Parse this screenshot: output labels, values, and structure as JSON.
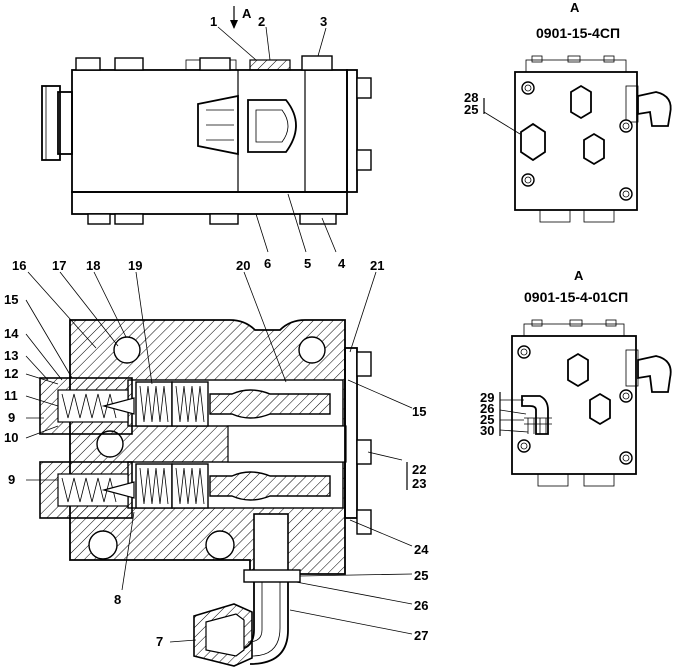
{
  "view_a_mark": "A",
  "labels_top": [
    "1",
    "2",
    "3",
    "4",
    "5",
    "6"
  ],
  "labels_section": [
    "16",
    "17",
    "18",
    "19",
    "20",
    "21",
    "15",
    "14",
    "13",
    "12",
    "11",
    "9",
    "10",
    "9",
    "8",
    "15",
    "22",
    "23",
    "24",
    "25",
    "26",
    "27",
    "7"
  ],
  "panel1": {
    "view": "A",
    "code": "0901-15-4СП",
    "refs": [
      "28",
      "25"
    ]
  },
  "panel2": {
    "view": "A",
    "code": "0901-15-4-01СП",
    "refs": [
      "29",
      "26",
      "25",
      "30"
    ]
  }
}
